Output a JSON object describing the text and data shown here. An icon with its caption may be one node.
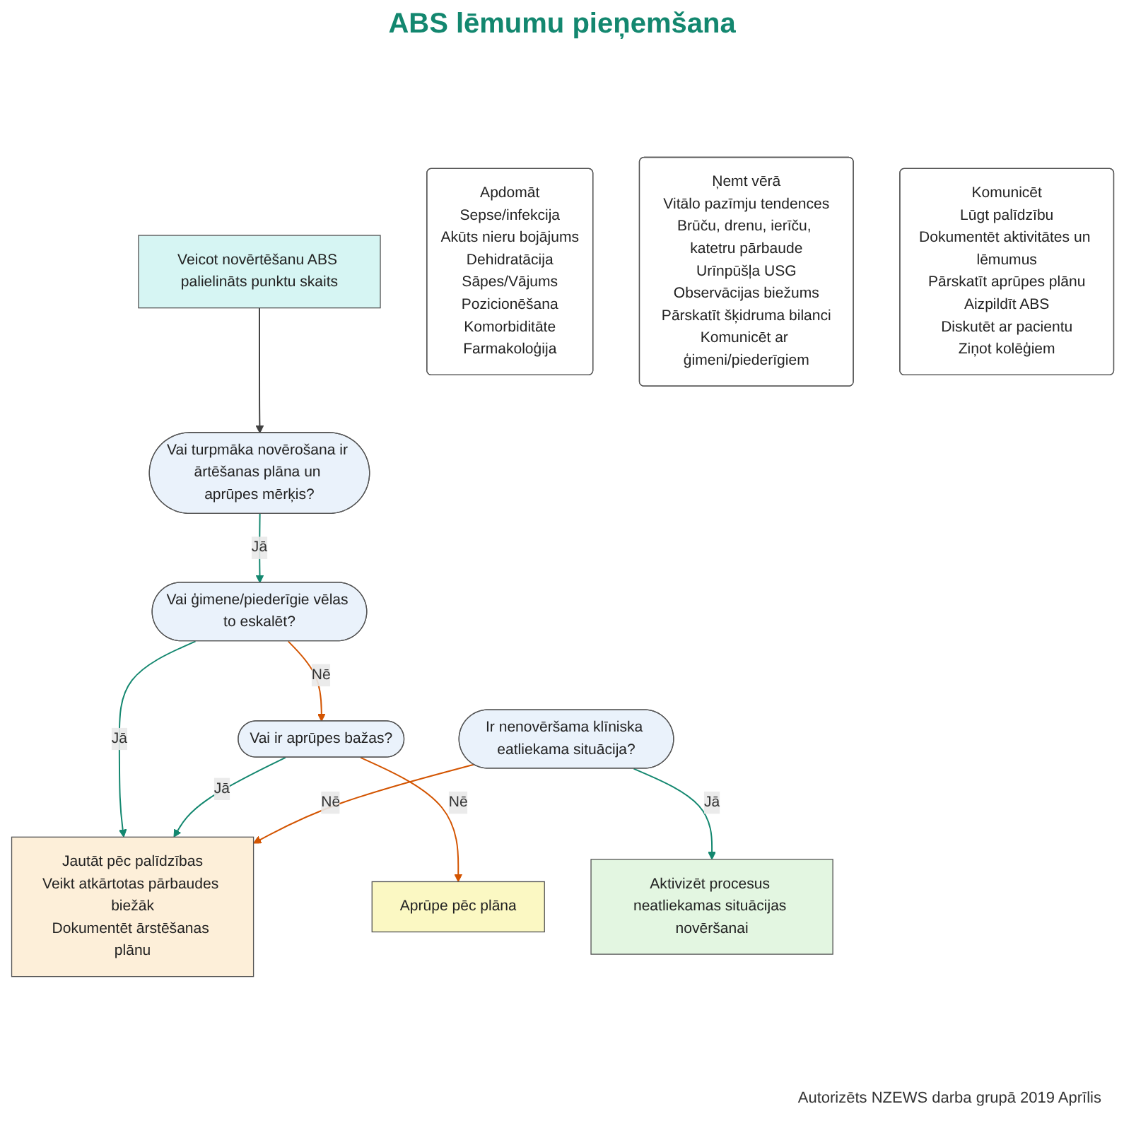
{
  "diagram": {
    "title": "ABS lēmumu pieņemšana",
    "nodes": [
      {
        "text": [
          "Veicot novērtēšanu ABS palielināts punktu skaits"
        ]
      },
      {
        "text": [
          "Vai turpmāka novērošana ir ārtēšanas plāna un aprūpes mērķis?"
        ]
      },
      {
        "text": [
          "Vai ģimene/piederīgie vēlas to eskalēt?"
        ]
      },
      {
        "text": [
          "Ir nenovēršama klīniska eatliekama situācija?"
        ]
      },
      {
        "text": [
          "Vai ir aprūpes bažas?"
        ]
      },
      {
        "text": [
          "Aprūpe pēc plāna"
        ]
      },
      {
        "text": [
          "Jautāt pēc palīdzības",
          "Veikt atkārtotas pārbaudes biežāk",
          "Dokumentēt ārstēšanas plānu"
        ]
      },
      {
        "text": [
          "Aktivizēt procesus neatliekamas situācijas novēršanai"
        ]
      },
      {
        "text": [
          "Apdomāt",
          "Sepse/infekcija",
          "Akūts nieru bojājums",
          "Dehidratācija",
          "Sāpes/Vājums",
          "Pozicionēšana",
          "Komorbiditāte",
          "Farmakoloģija"
        ]
      },
      {
        "text": [
          "Ņemt vērā",
          "Vitālo pazīmju tendences",
          "Brūču, drenu, ierīču, katetru pārbaude",
          "Urīnpūšļa USG",
          "Observācijas biežums",
          "Pārskatīt šķidruma bilanci",
          "Komunicēt ar ģimeni/piederīgiem"
        ]
      },
      {
        "text": [
          "Komunicēt",
          "Lūgt palīdzību",
          "Dokumentēt aktivitātes un lēmumus",
          "Pārskatīt aprūpes plānu",
          "Aizpildīt ABS",
          "Diskutēt ar pacientu",
          "Ziņot kolēģiem"
        ]
      }
    ],
    "edges": [
      {
        "from": 0,
        "to": 1,
        "arrow": "to",
        "color": "#404040"
      },
      {
        "from": 1,
        "to": 2,
        "arrow": "to",
        "label": "Jā"
      },
      {
        "from": 2,
        "to": 6,
        "arrow": "to",
        "label": "Jā"
      },
      {
        "from": 2,
        "to": 4,
        "arrow": "to",
        "label": "Nē",
        "color": "#d35400"
      },
      {
        "from": 4,
        "to": 6,
        "arrow": "to",
        "label": "Jā"
      },
      {
        "from": 4,
        "to": 5,
        "arrow": "to",
        "label": "Nē",
        "color": "#d35400"
      },
      {
        "from": 3,
        "to": 6,
        "arrow": "to",
        "label": "Nē",
        "color": "#d35400"
      },
      {
        "from": 3,
        "to": 7,
        "arrow": "to",
        "label": "Jā"
      }
    ],
    "labels": [
      "Autorizēts NZEWS darba grupā 2019 Aprīlis"
    ]
  }
}
